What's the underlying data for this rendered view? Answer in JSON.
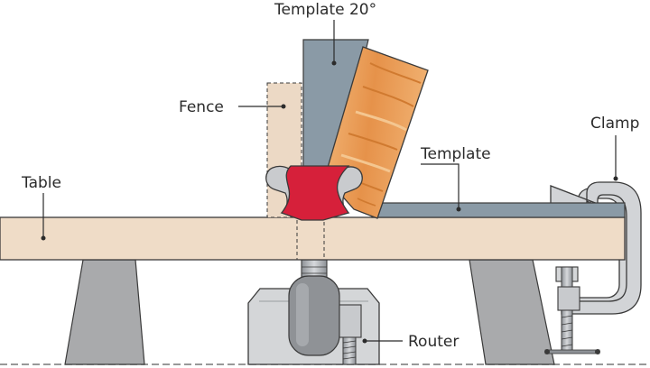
{
  "labels": {
    "template_20": "Template 20°",
    "fence": "Fence",
    "template": "Template",
    "clamp": "Clamp",
    "table": "Table",
    "router": "Router"
  },
  "colors": {
    "table_wood": "#efdcc7",
    "fence_wood": "#ecd9c5",
    "template_metal": "#8a9aa6",
    "bit_red": "#d6203a",
    "clamp_steel": "#d4d6d8",
    "leg_gray": "#a9aaac",
    "grain_orange": "#e08a3c",
    "outline": "#3a3a3a"
  }
}
